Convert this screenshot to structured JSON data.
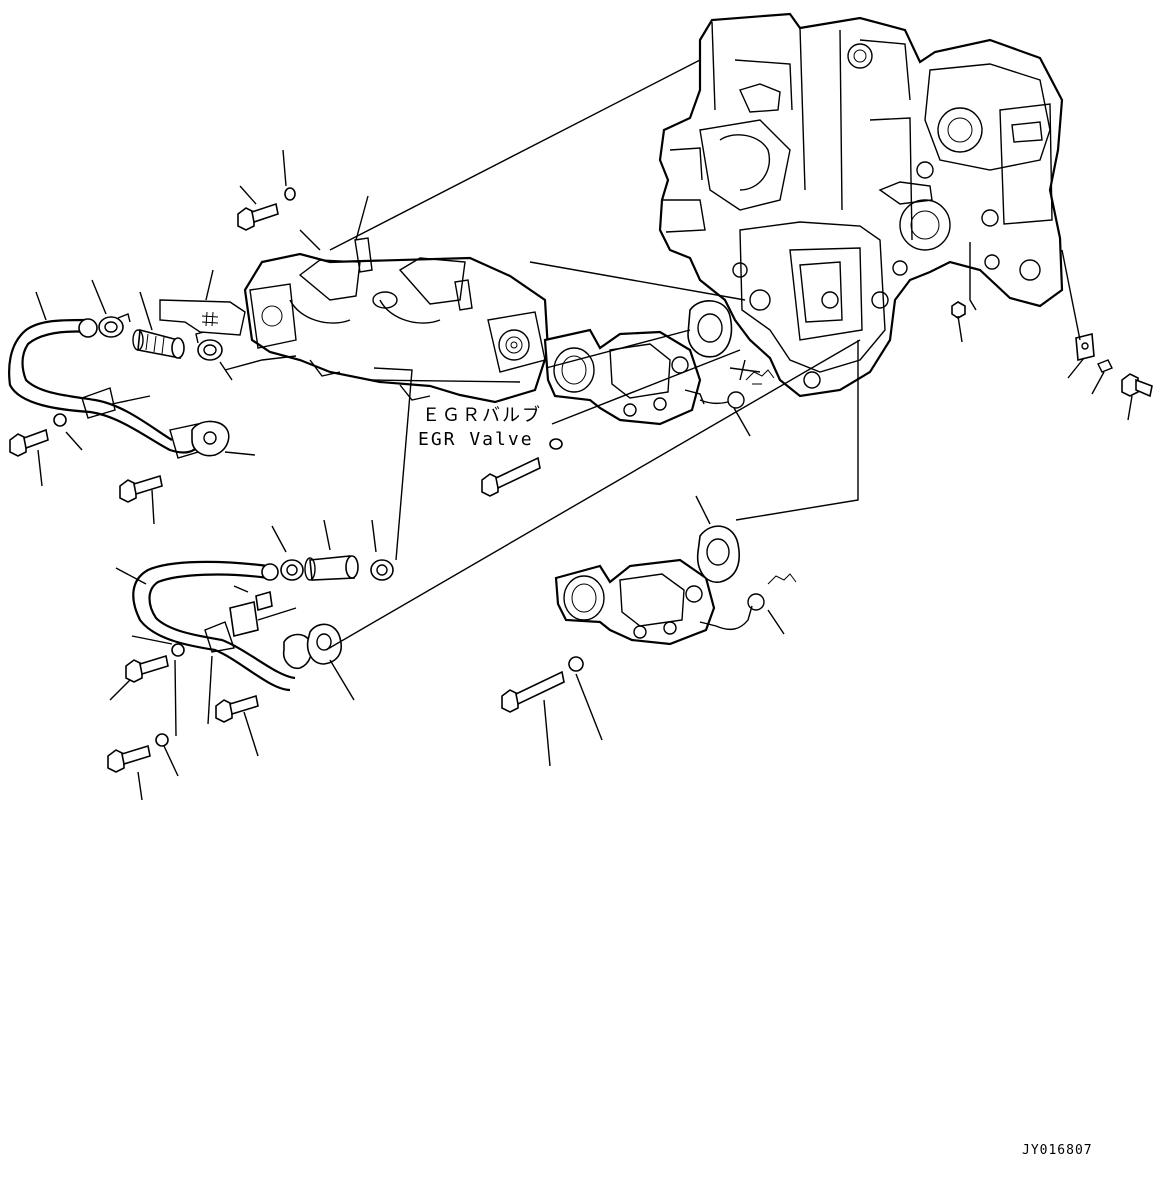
{
  "labels": {
    "egr_valve_jp": "ＥＧＲバルブ",
    "egr_valve_en": "EGR Valve",
    "drawing_code": "JY016807"
  },
  "colors": {
    "line": "#000000",
    "background": "#ffffff"
  }
}
